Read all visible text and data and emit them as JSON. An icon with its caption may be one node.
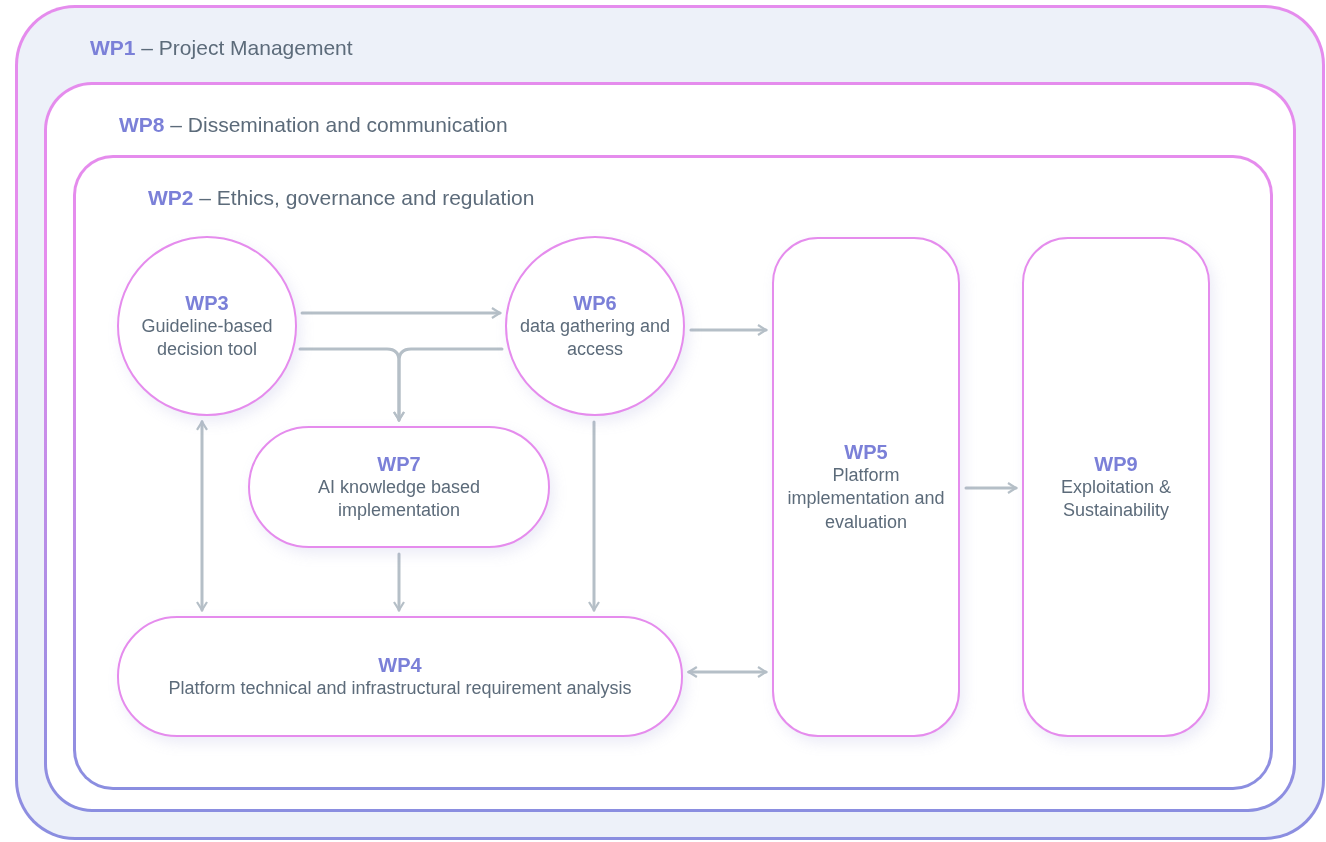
{
  "diagram": {
    "nodes": [
      {
        "text": [
          "**WP1** – Project Management"
        ]
      },
      {
        "text": [
          "**WP8** – Dissemination and communication"
        ],
        "in": 0
      },
      {
        "text": [
          "**WP2** – Ethics, governance and regulation"
        ],
        "in": 1
      },
      {
        "text": [
          "WP3",
          "Guideline-based decision tool"
        ],
        "in": 2
      },
      {
        "text": [
          "WP6",
          "data gathering and access"
        ],
        "in": 2
      },
      {
        "text": [
          "WP5",
          "Platform implementation and evaluation"
        ],
        "in": 2
      },
      {
        "text": [
          "WP9",
          "Exploitation & Sustainability"
        ],
        "in": 2
      },
      {
        "text": [
          "WP7",
          "AI knowledge based implementation"
        ],
        "in": 2
      },
      {
        "text": [
          "WP4",
          "Platform technical and infrastructural requirement analysis"
        ],
        "in": 2
      }
    ],
    "edges": [
      {
        "from": 3,
        "to": 4,
        "arrow": "to"
      },
      {
        "from": 3,
        "to": 7,
        "arrow": "to"
      },
      {
        "from": 4,
        "to": 7,
        "arrow": "to"
      },
      {
        "from": 4,
        "to": 5,
        "arrow": "to"
      },
      {
        "from": 5,
        "to": 6,
        "arrow": "to"
      },
      {
        "from": 3,
        "to": 8,
        "arrow": "both"
      },
      {
        "from": 7,
        "to": 8,
        "arrow": "to"
      },
      {
        "from": 4,
        "to": 8,
        "arrow": "to"
      },
      {
        "from": 8,
        "to": 5,
        "arrow": "both"
      }
    ]
  }
}
